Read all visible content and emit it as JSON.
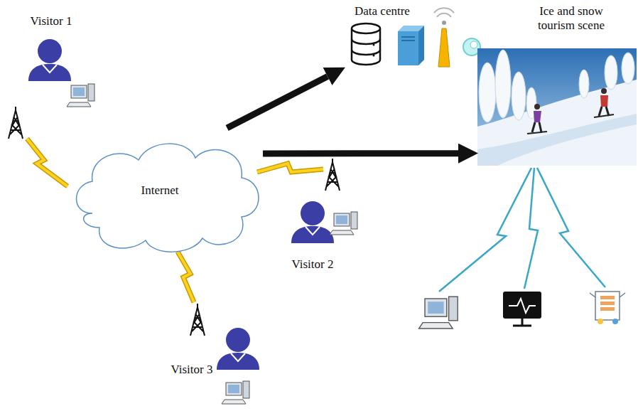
{
  "diagram": {
    "nodes": [
      {
        "text": [
          "Data centre"
        ]
      },
      {
        "text": [
          "Ice and snow tourism scene"
        ]
      },
      {
        "text": [
          "Internet"
        ]
      }
    ],
    "edges": [
      {
        "from": 2,
        "to": 0,
        "arrow": "to"
      },
      {
        "from": 2,
        "to": 1,
        "arrow": "to"
      }
    ],
    "labels": [
      "Visitor 1",
      "Visitor 2",
      "Visitor 3"
    ]
  }
}
